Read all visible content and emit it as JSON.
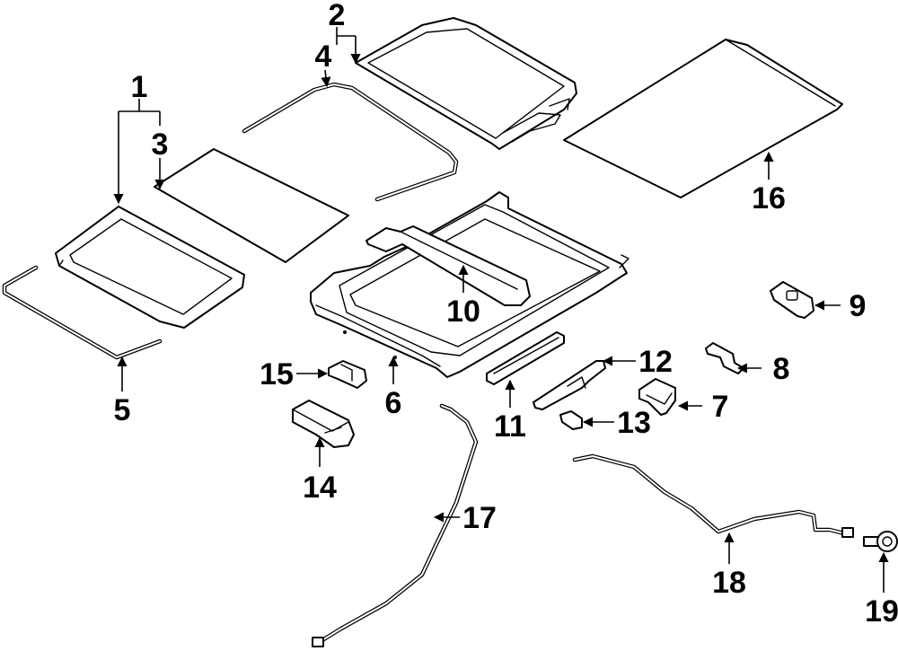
{
  "diagram": {
    "callouts": [
      {
        "key": "1",
        "label": "1"
      },
      {
        "key": "2",
        "label": "2"
      },
      {
        "key": "3",
        "label": "3"
      },
      {
        "key": "4",
        "label": "4"
      },
      {
        "key": "5",
        "label": "5"
      },
      {
        "key": "6",
        "label": "6"
      },
      {
        "key": "7",
        "label": "7"
      },
      {
        "key": "8",
        "label": "8"
      },
      {
        "key": "9",
        "label": "9"
      },
      {
        "key": "10",
        "label": "10"
      },
      {
        "key": "11",
        "label": "11"
      },
      {
        "key": "12",
        "label": "12"
      },
      {
        "key": "13",
        "label": "13"
      },
      {
        "key": "14",
        "label": "14"
      },
      {
        "key": "15",
        "label": "15"
      },
      {
        "key": "16",
        "label": "16"
      },
      {
        "key": "17",
        "label": "17"
      },
      {
        "key": "18",
        "label": "18"
      },
      {
        "key": "19",
        "label": "19"
      }
    ]
  }
}
